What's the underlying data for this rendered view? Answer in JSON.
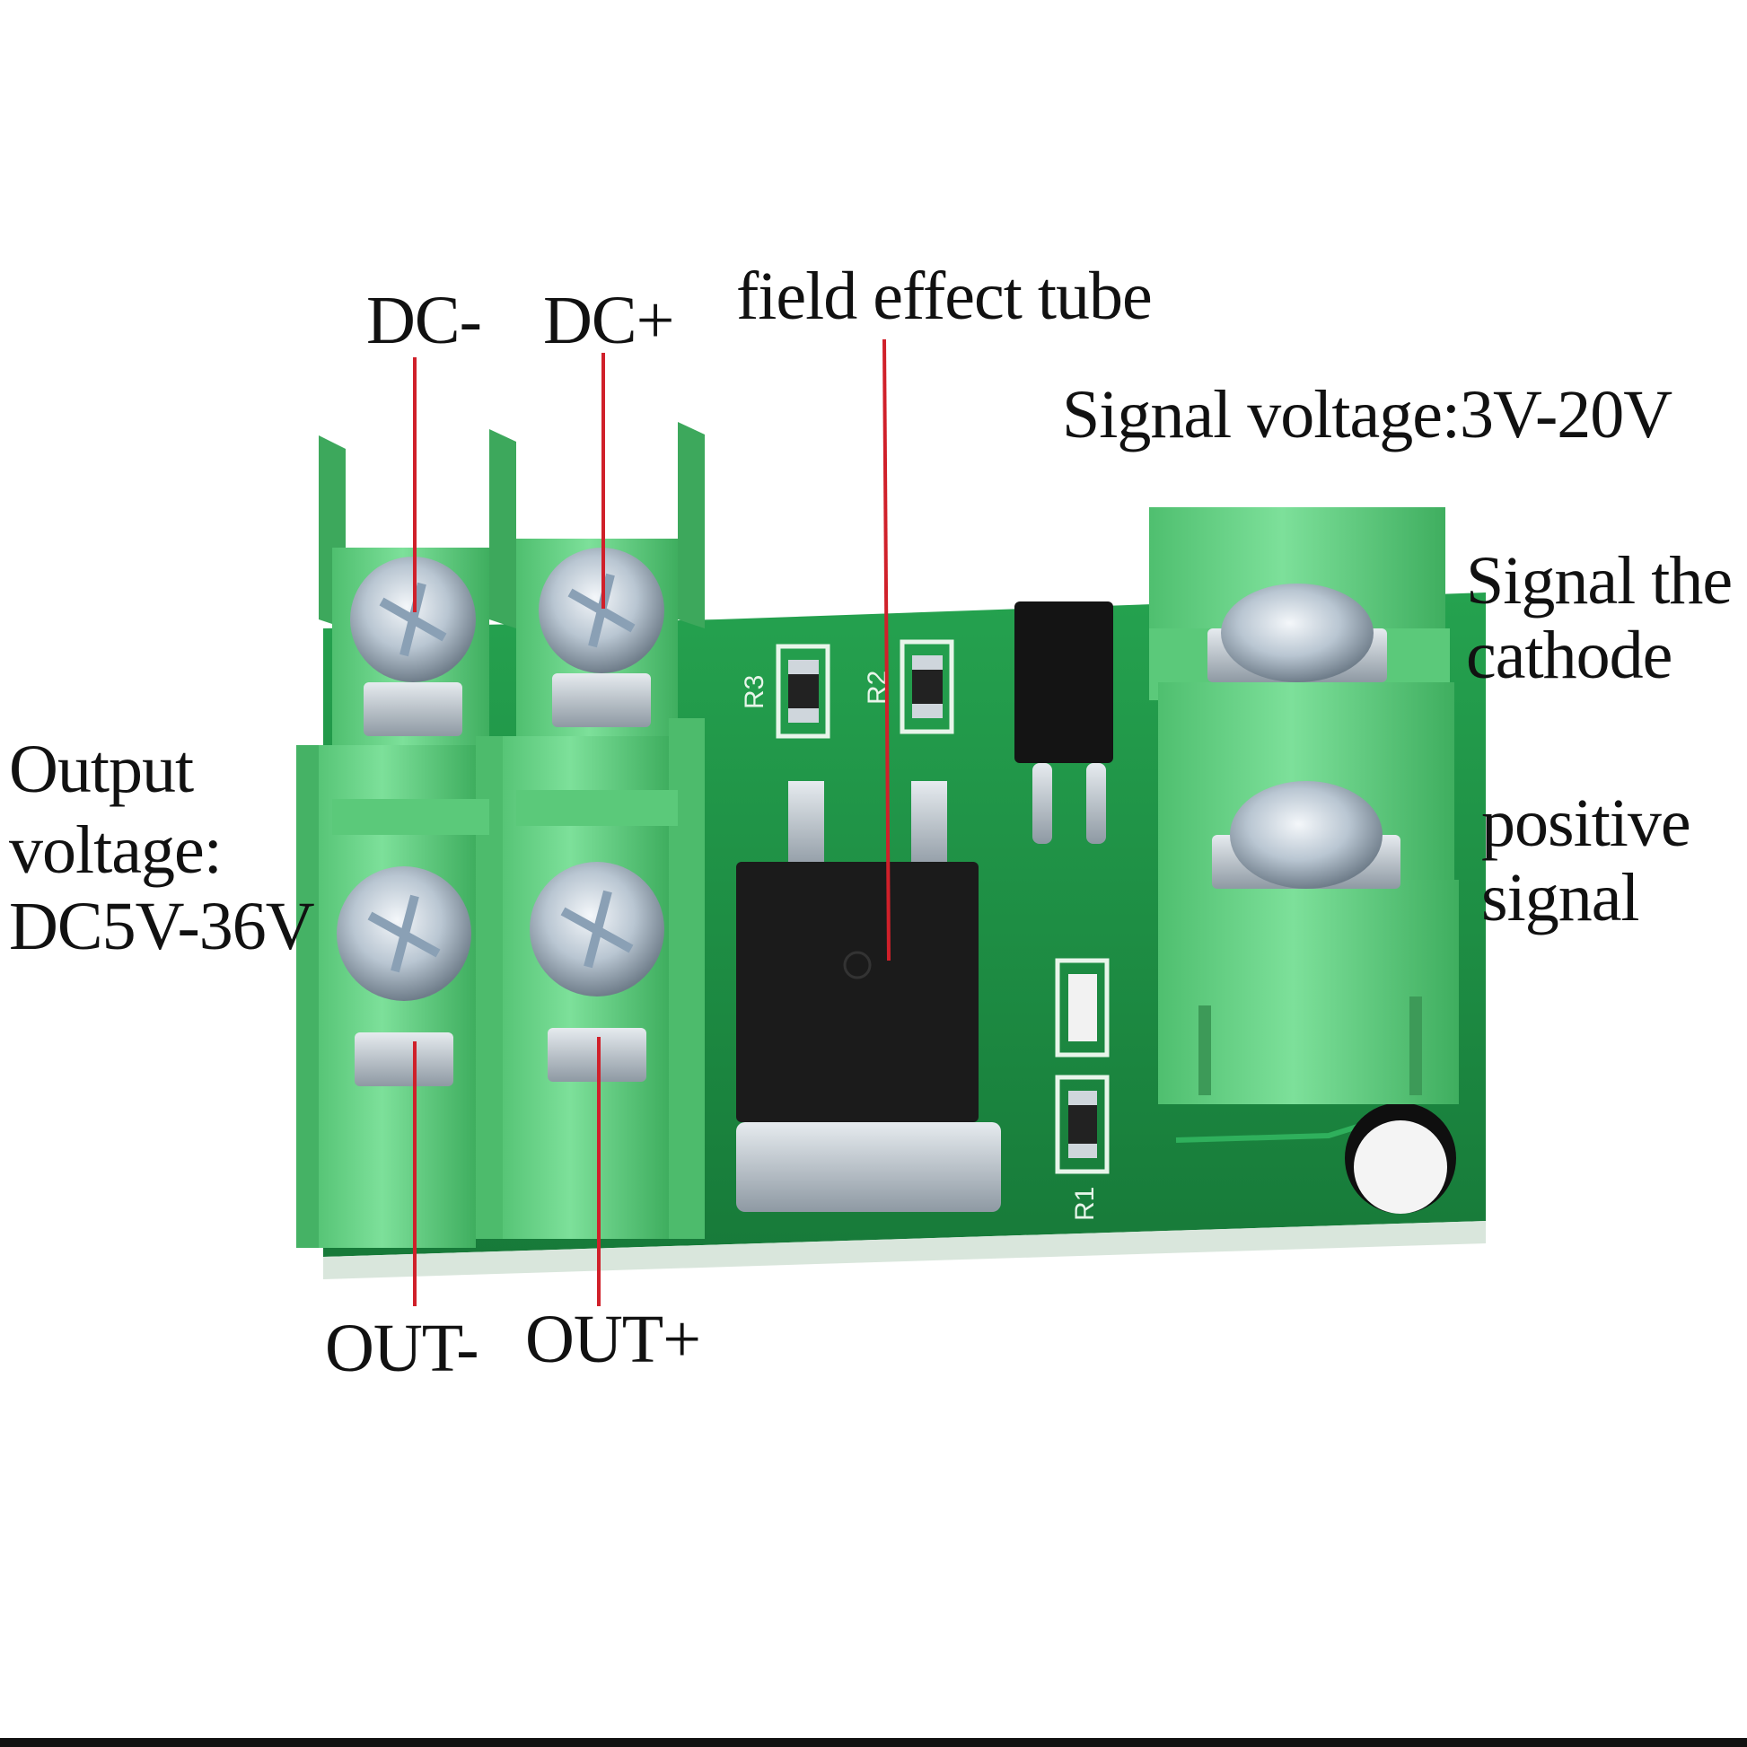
{
  "labels": {
    "dc_minus": "DC-",
    "dc_plus": "DC+",
    "field_effect_tube": "field effect tube",
    "signal_voltage": "Signal voltage:3V-20V",
    "signal_cathode_line1": "Signal the",
    "signal_cathode_line2": "cathode",
    "positive_signal_line1": "positive",
    "positive_signal_line2": "signal",
    "output_voltage_line1": "Output",
    "output_voltage_line2": "voltage:",
    "output_voltage_line3": "DC5V-36V",
    "out_minus": "OUT-",
    "out_plus": "OUT+"
  },
  "silkscreen": {
    "r1": "R1",
    "r2": "R2",
    "r3": "R3"
  },
  "colors": {
    "background": "#ffffff",
    "pcb": "#1f8f45",
    "terminal": "#6fd68c",
    "pointer_line": "#d0202a",
    "text": "#111111"
  }
}
